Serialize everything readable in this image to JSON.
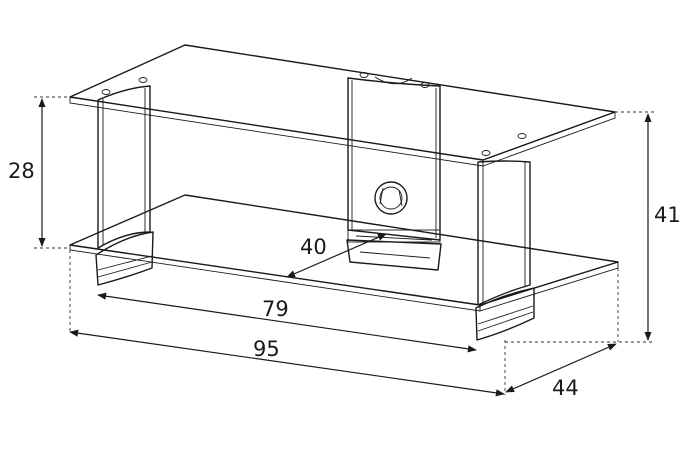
{
  "diagram": {
    "dimensions": [
      {
        "id": "shelf-height",
        "label": "28"
      },
      {
        "id": "total-height",
        "label": "41"
      },
      {
        "id": "depth-inner",
        "label": "40"
      },
      {
        "id": "width-inner",
        "label": "79"
      },
      {
        "id": "width-total",
        "label": "95"
      },
      {
        "id": "depth-total",
        "label": "44"
      }
    ],
    "colors": {
      "line": "#1a1a1a",
      "post_fill": "#f4f4f4",
      "foot_fill": "#cfcfcf",
      "background": "#ffffff"
    }
  }
}
